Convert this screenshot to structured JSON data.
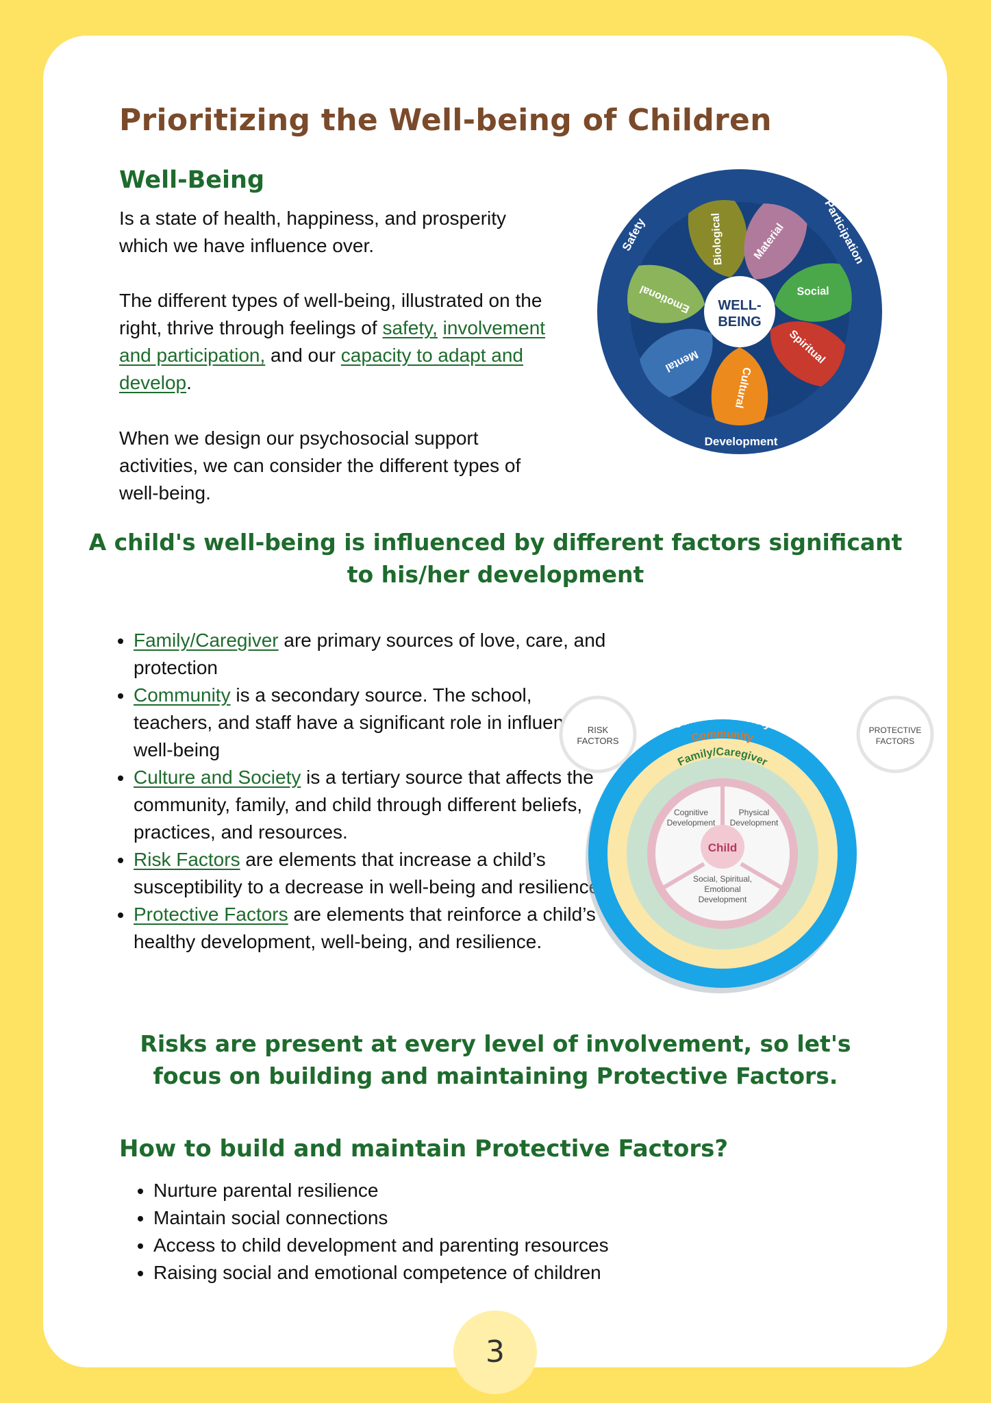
{
  "colors": {
    "page_bg": "#FEE262",
    "title_brown": "#7A4A2A",
    "heading_green": "#1E6B2D"
  },
  "title": "Prioritizing the Well-being of Children",
  "wellbeing": {
    "heading": "Well-Being",
    "definition": "Is a state of health, happiness, and prosperity which we have influence over.",
    "types_intro": "The different types of well-being, illustrated on the right, thrive through feelings of ",
    "link_safety": "safety,",
    "link_involvement": "involvement and participation,",
    "types_and": " and our ",
    "link_capacity": "capacity to adapt and develop",
    "types_end": ".",
    "design_note": "When we design our psychosocial support activities, we can consider the different types of well-being.",
    "wheel": {
      "center_line1": "WELL-",
      "center_line2": "BEING",
      "petals": [
        "Biological",
        "Material",
        "Social",
        "Spiritual",
        "Cultural",
        "Mental",
        "Emotional"
      ],
      "ring_labels": [
        "Safety",
        "Participation",
        "Development"
      ],
      "petal_colors": [
        "#8A8A2B",
        "#B07A9C",
        "#4AA84A",
        "#C8392E",
        "#EC8A1E",
        "#3A72B4",
        "#8CB45A"
      ]
    }
  },
  "factors_heading": "A child's well-being is influenced by different factors significant to his/her development",
  "factors": [
    {
      "term": "Family/Caregiver",
      "text": " are primary sources of love, care, and protection"
    },
    {
      "term": "Community",
      "text": " is a secondary source. The school, teachers, and staff have a significant role in influencing well-being"
    },
    {
      "term": "Culture and Society",
      "text": " is a tertiary source that affects the community, family, and child through different beliefs, practices, and resources."
    },
    {
      "term": "Risk Factors",
      "text": " are elements that increase a child’s susceptibility to a decrease in well-being and resilience."
    },
    {
      "term": "Protective Factors",
      "text": " are elements that reinforce a child’s healthy development, well-being, and resilience."
    }
  ],
  "ecology": {
    "risk_label_1": "RISK",
    "risk_label_2": "FACTORS",
    "protective_label_1": "PROTECTIVE",
    "protective_label_2": "FACTORS",
    "ring_outer": "Culture & Society",
    "ring_middle": "Community",
    "ring_inner": "Family/Caregiver",
    "seg_cognitive_1": "Cognitive",
    "seg_cognitive_2": "Development",
    "seg_physical_1": "Physical",
    "seg_physical_2": "Development",
    "seg_social_1": "Social, Spiritual,",
    "seg_social_2": "Emotional",
    "seg_social_3": "Development",
    "center": "Child"
  },
  "risks_statement": "Risks are present at every level of involvement, so let's focus on building and maintaining Protective Factors.",
  "howto": {
    "heading": "How to build and maintain Protective Factors?",
    "items": [
      "Nurture parental resilience",
      "Maintain social connections",
      "Access to child development and parenting resources",
      "Raising social and emotional competence of children"
    ]
  },
  "page_number": "3"
}
